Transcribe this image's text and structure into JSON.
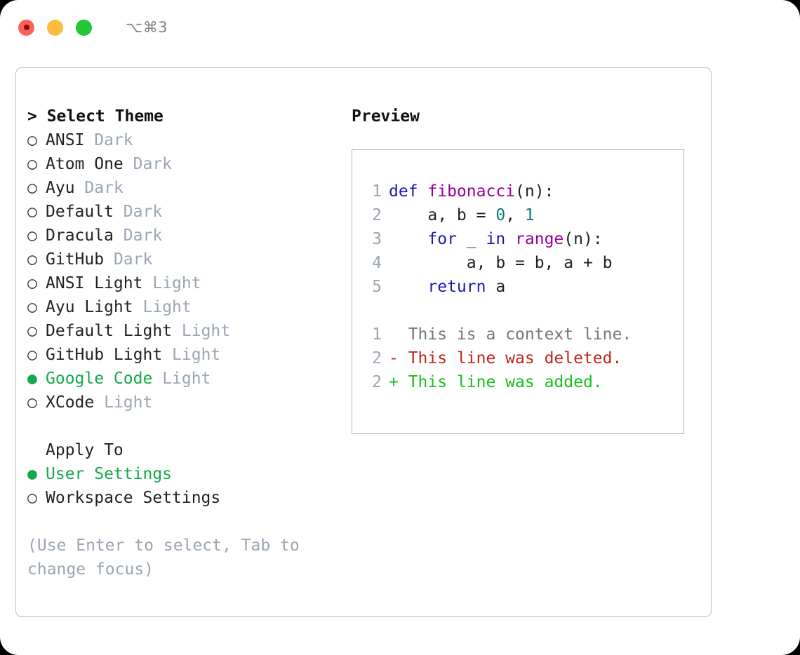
{
  "titlebar": {
    "shortcut": "⌥⌘3",
    "lights": [
      {
        "name": "close",
        "color": "#ff6058"
      },
      {
        "name": "minimize",
        "color": "#fdbc40"
      },
      {
        "name": "zoom",
        "color": "#24c634"
      }
    ]
  },
  "theme_panel": {
    "heading": "> Select Theme",
    "items": [
      {
        "bullet": "○",
        "name": "ANSI",
        "tag": "Dark",
        "selected": false
      },
      {
        "bullet": "○",
        "name": "Atom One",
        "tag": "Dark",
        "selected": false
      },
      {
        "bullet": "○",
        "name": "Ayu",
        "tag": "Dark",
        "selected": false
      },
      {
        "bullet": "○",
        "name": "Default",
        "tag": "Dark",
        "selected": false
      },
      {
        "bullet": "○",
        "name": "Dracula",
        "tag": "Dark",
        "selected": false
      },
      {
        "bullet": "○",
        "name": "GitHub",
        "tag": "Dark",
        "selected": false
      },
      {
        "bullet": "○",
        "name": "ANSI Light",
        "tag": "Light",
        "selected": false
      },
      {
        "bullet": "○",
        "name": "Ayu Light",
        "tag": "Light",
        "selected": false
      },
      {
        "bullet": "○",
        "name": "Default Light",
        "tag": "Light",
        "selected": false
      },
      {
        "bullet": "○",
        "name": "GitHub Light",
        "tag": "Light",
        "selected": false
      },
      {
        "bullet": "●",
        "name": "Google Code",
        "tag": "Light",
        "selected": true
      },
      {
        "bullet": "○",
        "name": "XCode",
        "tag": "Light",
        "selected": false
      }
    ]
  },
  "apply_to": {
    "heading": "Apply To",
    "items": [
      {
        "bullet": "●",
        "name": "User Settings",
        "selected": true
      },
      {
        "bullet": "○",
        "name": "Workspace Settings",
        "selected": false
      }
    ]
  },
  "hint": "(Use Enter to select, Tab to change focus)",
  "preview": {
    "title": "Preview",
    "code_lines": [
      {
        "no": "1",
        "tokens": [
          {
            "t": "def ",
            "c": "kw"
          },
          {
            "t": "fibonacci",
            "c": "fn"
          },
          {
            "t": "(n):",
            "c": "pl"
          }
        ]
      },
      {
        "no": "2",
        "tokens": [
          {
            "t": "    a, b = ",
            "c": "pl"
          },
          {
            "t": "0",
            "c": "num"
          },
          {
            "t": ", ",
            "c": "pl"
          },
          {
            "t": "1",
            "c": "num"
          }
        ]
      },
      {
        "no": "3",
        "tokens": [
          {
            "t": "    ",
            "c": "pl"
          },
          {
            "t": "for",
            "c": "kw"
          },
          {
            "t": " _ ",
            "c": "pl"
          },
          {
            "t": "in",
            "c": "kw"
          },
          {
            "t": " ",
            "c": "pl"
          },
          {
            "t": "range",
            "c": "fn"
          },
          {
            "t": "(n):",
            "c": "pl"
          }
        ]
      },
      {
        "no": "4",
        "tokens": [
          {
            "t": "        a, b = b, a + b",
            "c": "pl"
          }
        ]
      },
      {
        "no": "5",
        "tokens": [
          {
            "t": "    ",
            "c": "pl"
          },
          {
            "t": "return",
            "c": "kw"
          },
          {
            "t": " a",
            "c": "pl"
          }
        ]
      }
    ],
    "diff_lines": [
      {
        "no": "1",
        "marker": " ",
        "text": " This is a context line.",
        "c": "ctx"
      },
      {
        "no": "2",
        "marker": "-",
        "text": " This line was deleted.",
        "c": "del"
      },
      {
        "no": "2",
        "marker": "+",
        "text": " This line was added.",
        "c": "add"
      }
    ]
  },
  "colors": {
    "accent_green": "#15a84a",
    "muted": "#9aa5b4",
    "keyword": "#1a1ab0",
    "function": "#990099",
    "number": "#0b7a7a",
    "diff_deleted": "#c0261c",
    "diff_added": "#17c017",
    "border": "#b9c2ce"
  }
}
